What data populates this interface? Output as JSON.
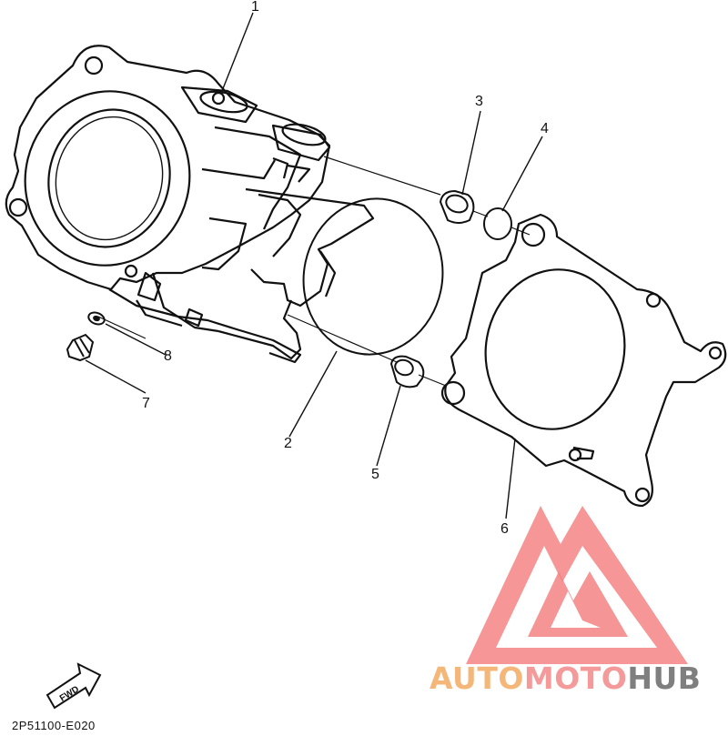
{
  "diagram_code": "2P51100-E020",
  "fwd_label": "FWD",
  "callouts": [
    {
      "id": "1",
      "label": "1"
    },
    {
      "id": "2",
      "label": "2"
    },
    {
      "id": "3",
      "label": "3"
    },
    {
      "id": "4",
      "label": "4"
    },
    {
      "id": "5",
      "label": "5"
    },
    {
      "id": "6",
      "label": "6"
    },
    {
      "id": "7",
      "label": "7"
    },
    {
      "id": "8",
      "label": "8"
    }
  ],
  "watermark": {
    "part1": "AUTO",
    "part2": "MOTO",
    "part3": "HUB",
    "colors": {
      "auto": "#f5b779",
      "moto": "#f49a9a",
      "hub": "#7f7f7f",
      "logo": "#f47c7c"
    }
  }
}
